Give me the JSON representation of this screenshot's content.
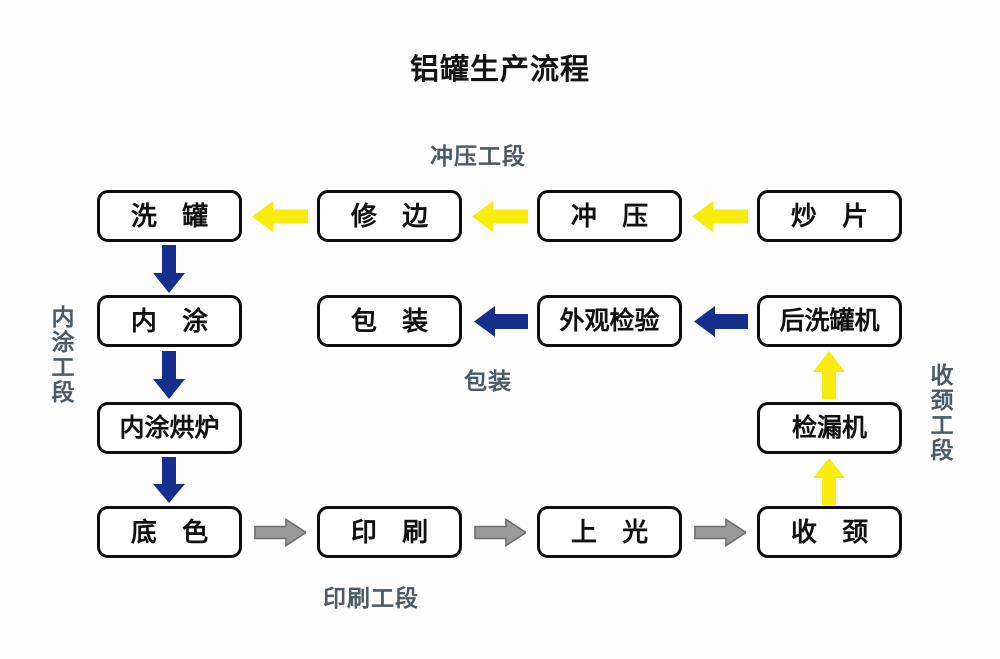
{
  "title": "铝罐生产流程",
  "colors": {
    "background": "#fdfdfd",
    "box_border": "#0d0d0d",
    "box_text": "#111111",
    "section_label": "#4b5a66",
    "arrow_yellow": "#f7ec0b",
    "arrow_blue": "#14308c",
    "arrow_gray": "#9a9a9a",
    "arrow_gray_stroke": "#6d6d6d"
  },
  "sections": {
    "stamping": "冲压工段",
    "interior_coating": "内涂工段",
    "packaging": "包装",
    "necking": "收颈工段",
    "printing": "印刷工段"
  },
  "nodes": {
    "wash_can": "洗 罐",
    "trim": "修 边",
    "stamp": "冲 压",
    "blank": "炒 片",
    "inner_coat": "内 涂",
    "package": "包 装",
    "appearance_check": "外观检验",
    "post_wash_machine": "后洗罐机",
    "inner_coat_oven": "内涂烘炉",
    "leak_detector": "检漏机",
    "base_color": "底 色",
    "print": "印 刷",
    "varnish": "上 光",
    "necking": "收 颈"
  },
  "flow": {
    "row1": [
      "炒 片",
      "冲 压",
      "修 边",
      "洗 罐"
    ],
    "row2": [
      "后洗罐机",
      "外观检验",
      "包 装"
    ],
    "row3": [
      "内涂烘炉",
      "检漏机"
    ],
    "row4": [
      "底 色",
      "印 刷",
      "上 光",
      "收 颈"
    ],
    "sequence": [
      "炒 片",
      "冲 压",
      "修 边",
      "洗 罐",
      "内 涂",
      "内涂烘炉",
      "底 色",
      "印 刷",
      "上 光",
      "收 颈",
      "检漏机",
      "后洗罐机",
      "外观检验",
      "包 装"
    ],
    "arrows": [
      {
        "from": "炒 片",
        "to": "冲 压",
        "direction": "left",
        "color": "yellow"
      },
      {
        "from": "冲 压",
        "to": "修 边",
        "direction": "left",
        "color": "yellow"
      },
      {
        "from": "修 边",
        "to": "洗 罐",
        "direction": "left",
        "color": "yellow"
      },
      {
        "from": "洗 罐",
        "to": "内 涂",
        "direction": "down",
        "color": "blue"
      },
      {
        "from": "内 涂",
        "to": "内涂烘炉",
        "direction": "down",
        "color": "blue"
      },
      {
        "from": "内涂烘炉",
        "to": "底 色",
        "direction": "down",
        "color": "blue"
      },
      {
        "from": "底 色",
        "to": "印 刷",
        "direction": "right",
        "color": "gray"
      },
      {
        "from": "印 刷",
        "to": "上 光",
        "direction": "right",
        "color": "gray"
      },
      {
        "from": "上 光",
        "to": "收 颈",
        "direction": "right",
        "color": "gray"
      },
      {
        "from": "收 颈",
        "to": "检漏机",
        "direction": "up",
        "color": "yellow"
      },
      {
        "from": "检漏机",
        "to": "后洗罐机",
        "direction": "up",
        "color": "yellow"
      },
      {
        "from": "后洗罐机",
        "to": "外观检验",
        "direction": "left",
        "color": "blue"
      },
      {
        "from": "外观检验",
        "to": "包 装",
        "direction": "left",
        "color": "blue"
      }
    ]
  }
}
